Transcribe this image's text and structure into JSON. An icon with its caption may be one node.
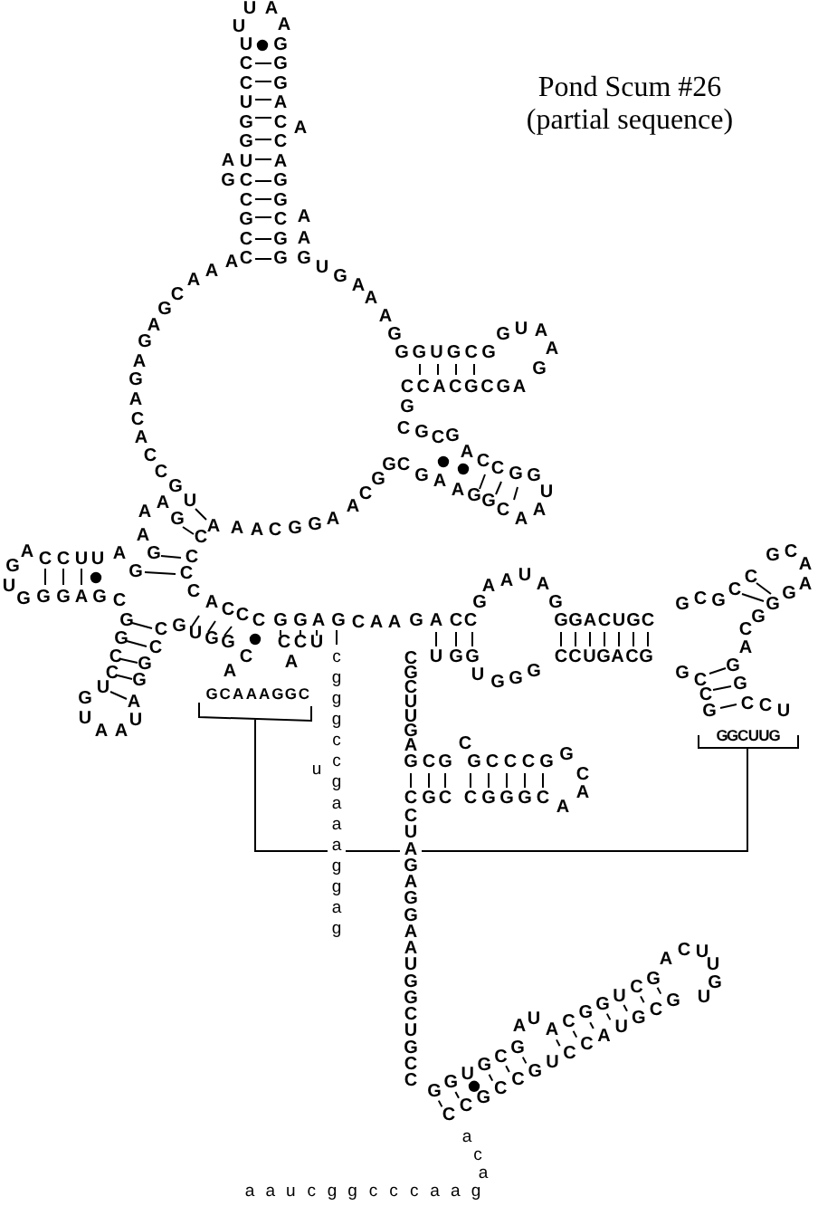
{
  "diagram": {
    "title": "Pond Scum #26 (partial sequence)",
    "labels": [
      "UUAA",
      "UCCUGGUCCGCC",
      "GGGACCAGGCGG",
      "AG",
      "A",
      "AA",
      "AAACGAGAGACACCGU",
      "GUGAAAG",
      "GGUGCG",
      "GUAAG",
      "CCACGCGA",
      "GCGCGACCGG",
      "CGAAGGCAAU",
      "AAACGGAACGG",
      "AAG",
      "CCCC",
      "AG",
      "GACCUUA",
      "G",
      "UGGGAGC",
      "GGCCU",
      "CCGGA",
      "GUAAU",
      "ACCCGGAGCAAGACC",
      "GUGGC",
      "A",
      "GCAAAGGC",
      "CCU",
      "A",
      "cgggccgaaaggag",
      "u",
      "UGG",
      "UGGG",
      "GAAUAG",
      "GGACUGC",
      "CCUGACG",
      "G",
      "GCGCCGCAA",
      "CGGG",
      "A",
      "CCG",
      "GG",
      "CCU",
      "GGCUUG",
      "CGCUUGA",
      "GCGGCCCGG",
      "C",
      "CA",
      "CGCCGGGCA",
      "CUAGAGGAAUGGCUGCC",
      "GGUGCG",
      "AU",
      "ACGGUCG",
      "ACUUGU",
      "CCGCCGUCCAUGCG",
      "aca",
      "aaucggcccaag"
    ]
  }
}
